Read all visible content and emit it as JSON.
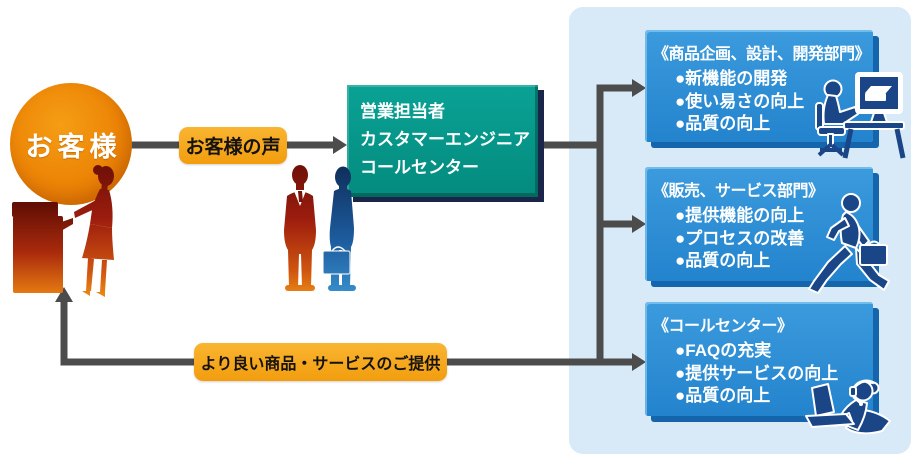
{
  "customer": {
    "label": "お客様"
  },
  "arrows": {
    "to_company_label": "お客様の声",
    "to_customer_label": "より良い商品・サービスのご提供"
  },
  "contact_box": {
    "lines": [
      "営業担当者",
      "カスタマーエンジニア",
      "コールセンター"
    ]
  },
  "departments": [
    {
      "title": "《商品企画、設計、開発部門》",
      "items": [
        "●新機能の開発",
        "●使い易さの向上",
        "●品質の向上"
      ]
    },
    {
      "title": "《販売、サービス部門》",
      "items": [
        "●提供機能の向上",
        "●プロセスの改善",
        "●品質の向上"
      ]
    },
    {
      "title": "《コールセンター》",
      "items": [
        "●FAQの充実",
        "●提供サービスの向上",
        "●品質の向上"
      ]
    }
  ],
  "colors": {
    "customer_orange": "#ec8406",
    "label_yellow": "#f5a81f",
    "contact_teal": "#089a8e",
    "panel_blue": "#d8e9f7",
    "department_blue": "#2d8fd5",
    "department_shadow": "#1565ad",
    "arrow_gray": "#4c4c4c",
    "figure_navy": "#1a4586",
    "figure_red": "#9c1d0e",
    "figure_blue": "#1d5c9e"
  }
}
